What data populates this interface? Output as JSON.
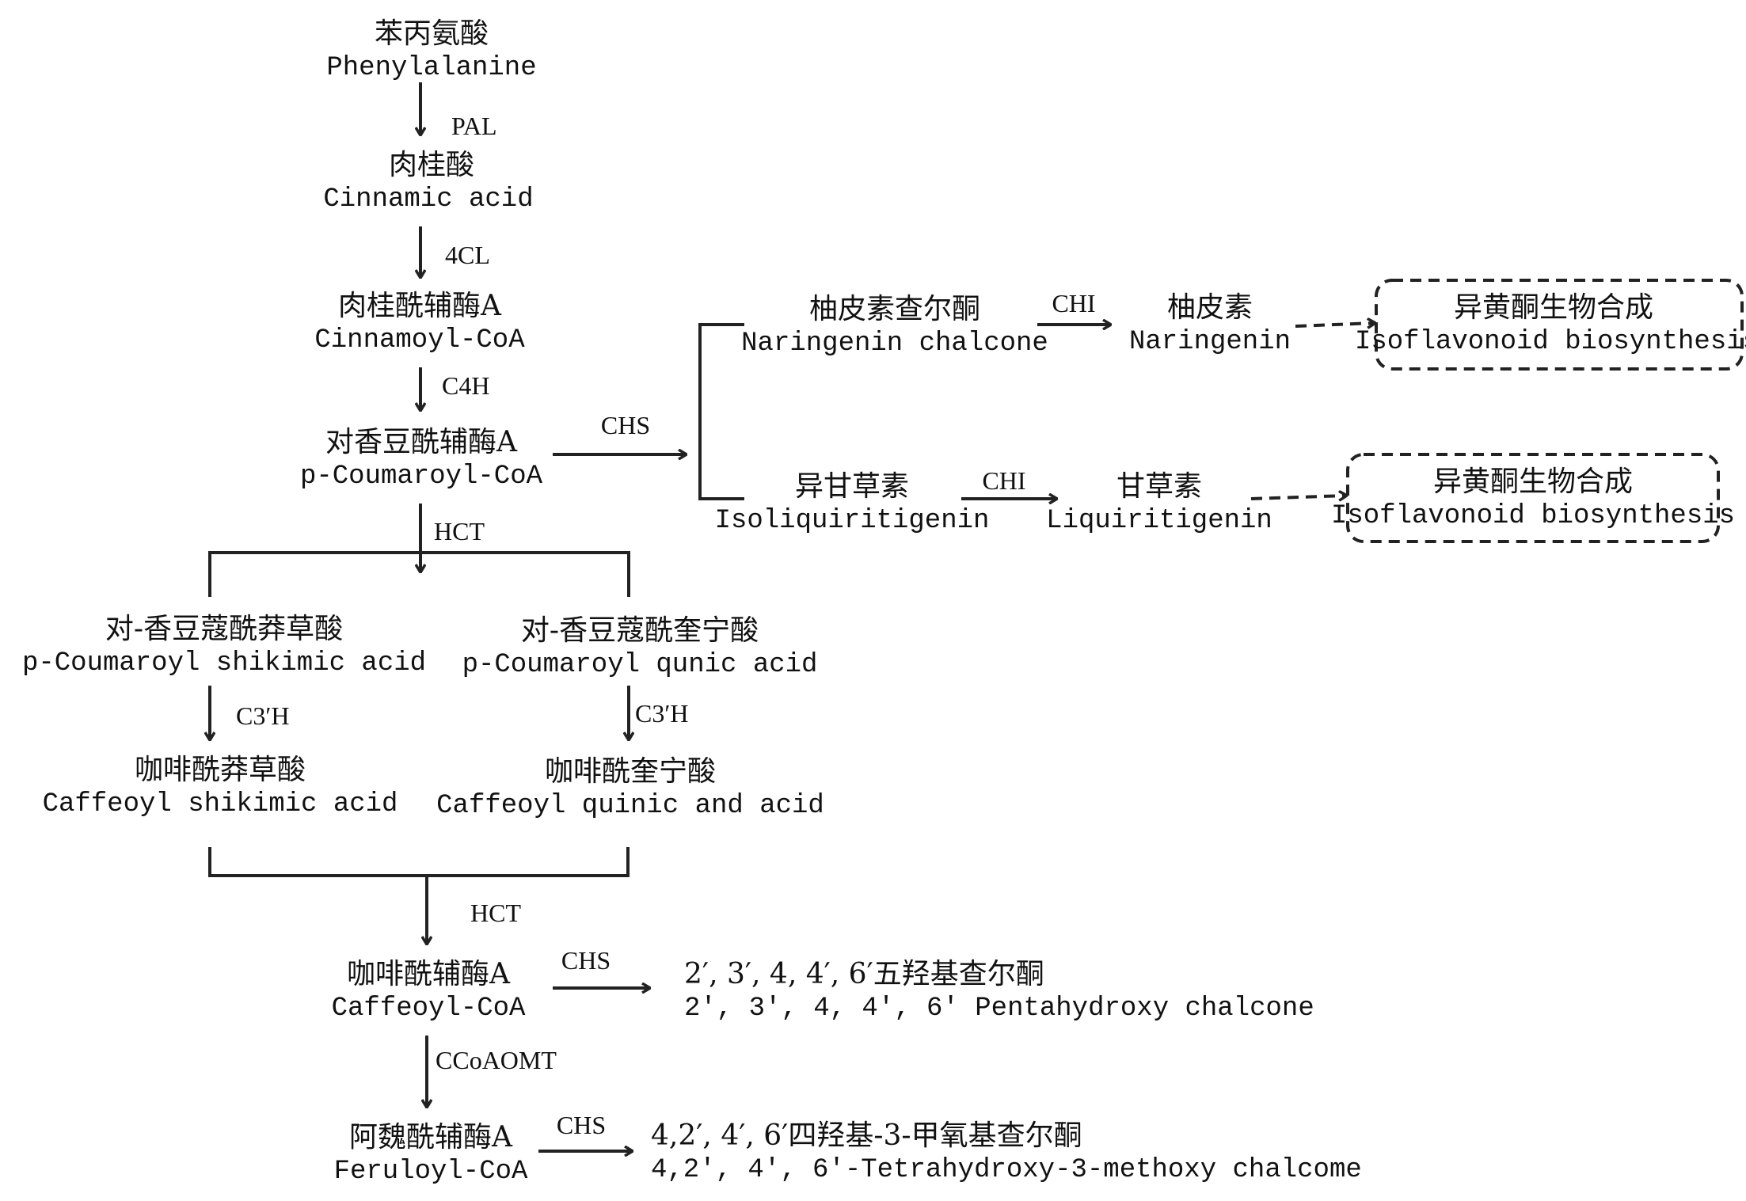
{
  "title": "Flavonoid / isoflavonoid biosynthesis pathway",
  "colors": {
    "ink": "#222222",
    "background": "#ffffff"
  },
  "nodes": {
    "phenylalanine": {
      "cn": "苯丙氨酸",
      "en": "Phenylalanine"
    },
    "cinnamic_acid": {
      "cn": "肉桂酸",
      "en": "Cinnamic acid"
    },
    "cinnamoyl_coa": {
      "cn": "肉桂酰辅酶A",
      "en": "Cinnamoyl-CoA"
    },
    "p_coumaroyl_coa": {
      "cn": "对香豆酰辅酶A",
      "en": "p-Coumaroyl-CoA"
    },
    "naringenin_chalcone": {
      "cn": "柚皮素查尔酮",
      "en": "Naringenin chalcone"
    },
    "naringenin": {
      "cn": "柚皮素",
      "en": "Naringenin"
    },
    "isoflavonoid_1": {
      "cn": "异黄酮生物合成",
      "en": "Isoflavonoid biosynthesis"
    },
    "isoliquiritigenin": {
      "cn": "异甘草素",
      "en": "Isoliquiritigenin"
    },
    "liquiritigenin": {
      "cn": "甘草素",
      "en": "Liquiritigenin"
    },
    "isoflavonoid_2": {
      "cn": "异黄酮生物合成",
      "en": "Isoflavonoid biosynthesis"
    },
    "p_coumaroyl_shikimic": {
      "cn": "对-香豆蔻酰莽草酸",
      "en": "p-Coumaroyl shikimic acid"
    },
    "p_coumaroyl_qunic": {
      "cn": "对-香豆蔻酰奎宁酸",
      "en": "p-Coumaroyl qunic acid"
    },
    "caffeoyl_shikimic": {
      "cn": "咖啡酰莽草酸",
      "en": "Caffeoyl shikimic acid"
    },
    "caffeoyl_quinic": {
      "cn": "咖啡酰奎宁酸",
      "en": "Caffeoyl quinic and acid"
    },
    "caffeoyl_coa": {
      "cn": "咖啡酰辅酶A",
      "en": "Caffeoyl-CoA"
    },
    "pentahydroxy_chalcone": {
      "cn": "2′, 3′, 4, 4′, 6′五羟基查尔酮",
      "en": "2′, 3′, 4, 4′, 6′ Pentahydroxy chalcone"
    },
    "feruloyl_coa": {
      "cn": "阿魏酰辅酶A",
      "en": "Feruloyl-CoA"
    },
    "tetrahydroxy_methoxy_chalcone": {
      "cn": "4,2′, 4′, 6′四羟基-3-甲氧基查尔酮",
      "en": "4,2′, 4′, 6′-Tetrahydroxy-3-methoxy chalcome"
    }
  },
  "enzymes": {
    "pal": "PAL",
    "c4l": "4CL",
    "c4h": "C4H",
    "chs_main": "CHS",
    "chi_1": "CHI",
    "chi_2": "CHI",
    "hct_1": "HCT",
    "c3h_left": "C3′H",
    "c3h_right": "C3′H",
    "hct_2": "HCT",
    "chs_caffeoyl": "CHS",
    "ccoaomt": "CCoAOMT",
    "chs_feruloyl": "CHS"
  }
}
